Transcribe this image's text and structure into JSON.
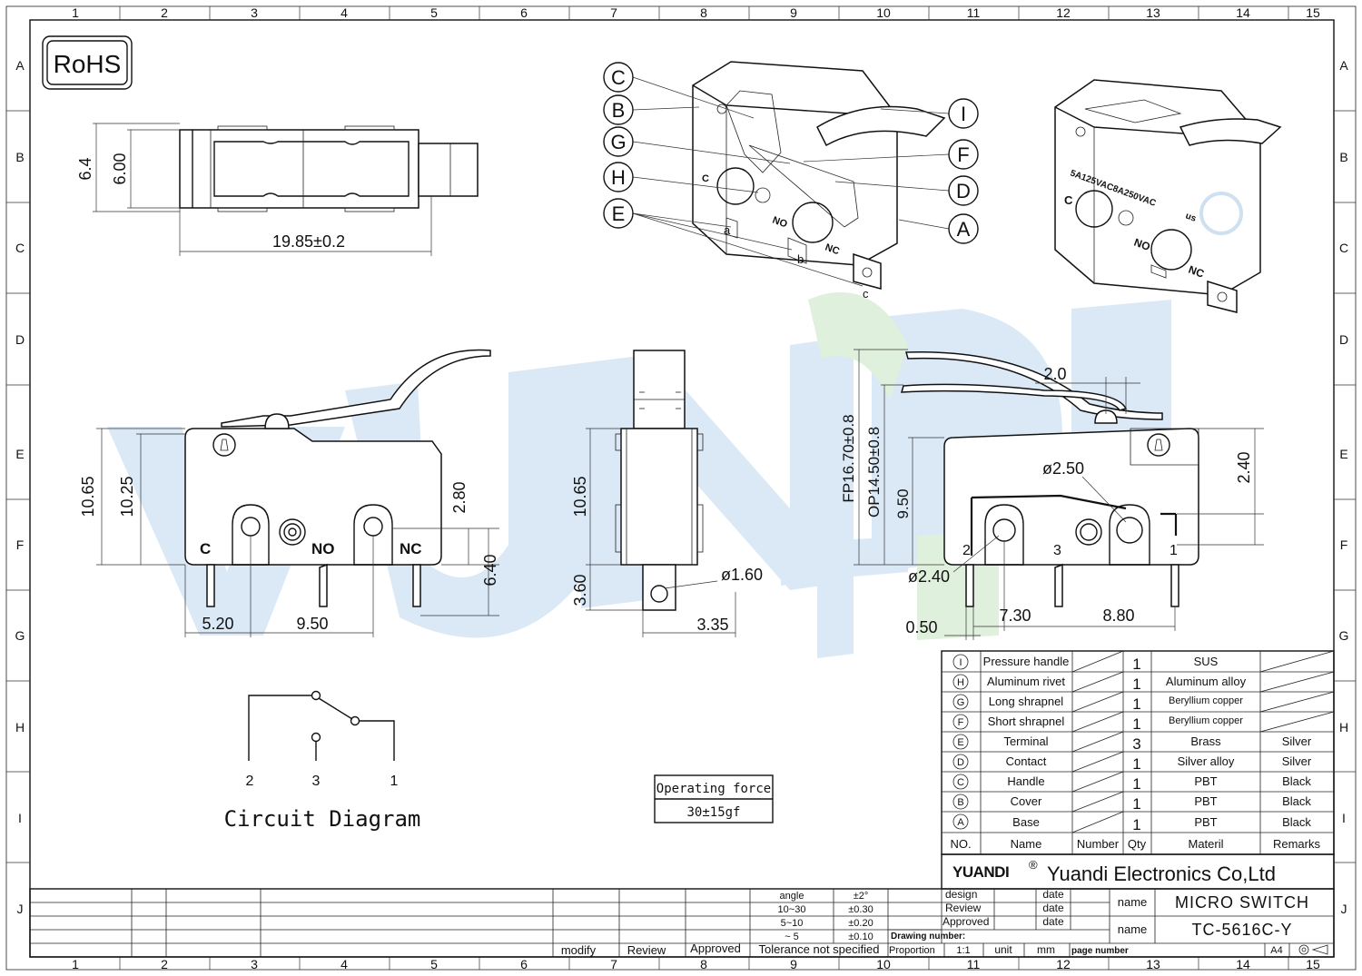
{
  "frame": {
    "cols": [
      "1",
      "2",
      "3",
      "4",
      "5",
      "6",
      "7",
      "8",
      "9",
      "10",
      "11",
      "12",
      "13",
      "14",
      "15"
    ],
    "rows": [
      "A",
      "B",
      "C",
      "D",
      "E",
      "F",
      "G",
      "H",
      "I",
      "J"
    ]
  },
  "rohs": "RoHS",
  "top_view": {
    "dim_h1": "6.4",
    "dim_h2": "6.00",
    "dim_len": "19.85±0.2"
  },
  "iso_callouts": [
    "C",
    "B",
    "G",
    "H",
    "E",
    "I",
    "F",
    "D",
    "A"
  ],
  "iso_labels": {
    "a": "a",
    "b": "b",
    "c": "c",
    "c_term": "C",
    "no_term": "NO",
    "nc_term": "NC"
  },
  "rear_iso": {
    "c": "C",
    "no": "NO",
    "nc": "NC",
    "rating": "5A125VAC8A250VAC",
    "mark": "us"
  },
  "front_view": {
    "c": "C",
    "no": "NO",
    "nc": "NC",
    "d1065": "10.65",
    "d1025": "10.25",
    "d280": "2.80",
    "d640": "6.40",
    "d520": "5.20",
    "d950": "9.50"
  },
  "side_view": {
    "d1065": "10.65",
    "d360": "3.60",
    "d160": "ø1.60",
    "d335": "3.35"
  },
  "right_view": {
    "fp": "FP16.70±0.8",
    "op": "OP14.50±0.8",
    "d950": "9.50",
    "d20": "2.0",
    "d240v": "2.40",
    "d250": "ø2.50",
    "d240": "ø2.40",
    "d050": "0.50",
    "d730": "7.30",
    "d880": "8.80",
    "p2": "2",
    "p3": "3",
    "p1": "1"
  },
  "circuit": {
    "title": "Circuit Diagram",
    "pins": [
      "2",
      "3",
      "1"
    ]
  },
  "operating_force": {
    "label": "Operating force",
    "value": "30±15gf"
  },
  "bom": {
    "rows": [
      {
        "no": "I",
        "name": "Pressure handle",
        "qty": "1",
        "material": "SUS",
        "remarks": ""
      },
      {
        "no": "H",
        "name": "Aluminum rivet",
        "qty": "1",
        "material": "Aluminum alloy",
        "remarks": ""
      },
      {
        "no": "G",
        "name": "Long shrapnel",
        "qty": "1",
        "material": "Beryllium copper",
        "remarks": ""
      },
      {
        "no": "F",
        "name": "Short shrapnel",
        "qty": "1",
        "material": "Beryllium copper",
        "remarks": ""
      },
      {
        "no": "E",
        "name": "Terminal",
        "qty": "3",
        "material": "Brass",
        "remarks": "Silver"
      },
      {
        "no": "D",
        "name": "Contact",
        "qty": "1",
        "material": "Silver alloy",
        "remarks": "Silver"
      },
      {
        "no": "C",
        "name": "Handle",
        "qty": "1",
        "material": "PBT",
        "remarks": "Black"
      },
      {
        "no": "B",
        "name": "Cover",
        "qty": "1",
        "material": "PBT",
        "remarks": "Black"
      },
      {
        "no": "A",
        "name": "Base",
        "qty": "1",
        "material": "PBT",
        "remarks": "Black"
      }
    ],
    "header": {
      "no": "NO.",
      "name": "Name",
      "number": "Number",
      "qty": "Qty",
      "material": "Materil",
      "remarks": "Remarks"
    }
  },
  "title_block": {
    "logo": "YUANDI",
    "reg": "®",
    "company": "Yuandi Electronics Co,Ltd",
    "design": "design",
    "review": "Review",
    "approved": "Approved",
    "date": "date",
    "name_label": "name",
    "part_name": "MICRO SWITCH",
    "part_no": "TC-5616C-Y",
    "drawing_number": "Drawing number:",
    "proportion": "Proportion",
    "scale": "1:1",
    "unit": "unit",
    "mm": "mm",
    "page_number": "page number",
    "size": "A4"
  },
  "tolerance": {
    "angle": "angle",
    "angle_val": "±2°",
    "r1": "10~30",
    "r1v": "±0.30",
    "r2": "5~10",
    "r2v": "±0.20",
    "r3": "~ 5",
    "r3v": "±0.10",
    "label": "Tolerance not specified",
    "modify": "modify",
    "review": "Review",
    "approved": "Approved"
  },
  "colors": {
    "line": "#111111",
    "watermark_blue": "#dbe9f6",
    "watermark_green": "#dff0dc"
  }
}
